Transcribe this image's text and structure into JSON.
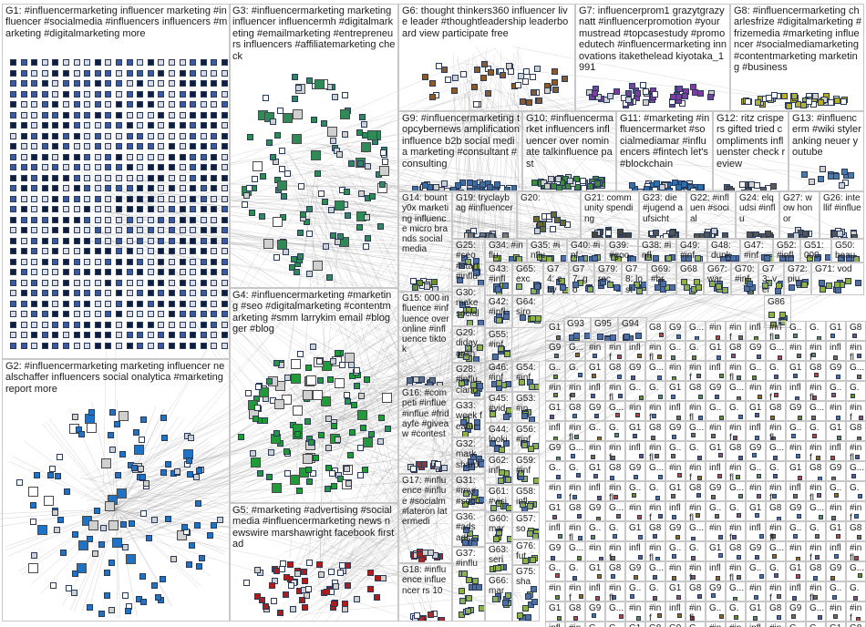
{
  "groups": [
    {
      "id": "G1",
      "label": "G1: #influencermarketing influencer marketing #influencer #socialmedia #influencers influencers #marketing #digitalmarketing more",
      "color": "#2c3e6b",
      "shape": "grid"
    },
    {
      "id": "G2",
      "label": "G2: #influencermarketing marketing influencer nealschaffer influencers social onalytica #marketing report more",
      "color": "#1e73c6",
      "shape": "cluster"
    },
    {
      "id": "G3",
      "label": "G3: #influencermarketing marketing influencer influencermh #digitalmarketing #emailmarketing #entrepreneurs influencers #affiliatemarketing check",
      "color": "#2e8b57",
      "shape": "cluster"
    },
    {
      "id": "G4",
      "label": "G4: #influencermarketing #marketing #seo #digitalmarketing #contentmarketing #smm larrykim email #blogger #blog",
      "color": "#1f9b3a",
      "shape": "cluster"
    },
    {
      "id": "G5",
      "label": "G5: #marketing #advertising #socialmedia #influencermarketing news newswire marshawright facebook first ad",
      "color": "#b31b1b",
      "shape": "cluster"
    },
    {
      "id": "G6",
      "label": "G6: thought thinkers360 influencer live leader #thoughtleadership leaderboard view participate free",
      "color": "#8a5a2b",
      "shape": "cluster"
    },
    {
      "id": "G7",
      "label": "G7: influencerprom1 grazytgrazynatt #influencerpromotion #yourmustread #topcasestudy #promoedutech #influencermarketing innovations itakethelead kiyotaka_1991",
      "color": "#7a3fa0",
      "shape": "cluster"
    },
    {
      "id": "G8",
      "label": "G8: #influencermarketing charlesfrize #digitalmarketing #frizemedia #marketing influencer #socialmediamarketing #contentmarketing marketing #business",
      "color": "#b5b02a",
      "shape": "cluster"
    },
    {
      "id": "G9",
      "label": "G9: #influencermarketing topcybernews amplification influence b2b social media marketing #consultant #consulting",
      "color": "#3a6ea5",
      "shape": "cluster"
    },
    {
      "id": "G10",
      "label": "G10: #influencermarket influencers influencer over nominate talkinfluence past",
      "color": "#3c8c3c",
      "shape": "small"
    },
    {
      "id": "G11",
      "label": "G11: #marketing #influencermarket #socialmediamar #influencers #fintech let's #blockchain",
      "color": "#2f6fb0",
      "shape": "small"
    },
    {
      "id": "G12",
      "label": "G12: ritz crispers gifted tried compliments influenster check review",
      "color": "#5b5b5b",
      "shape": "small"
    },
    {
      "id": "G13",
      "label": "G13: #influencerm #wiki styleranking neuer youtube",
      "color": "#4b79a8",
      "shape": "small"
    },
    {
      "id": "G14",
      "label": "G14: bounty0x marketing influence micro brands social media",
      "color": "#6e8f2e",
      "shape": "small"
    },
    {
      "id": "G15",
      "label": "G15: 000 influence #influence over online #influence tiktok",
      "color": "#5b6f8a",
      "shape": "small"
    },
    {
      "id": "G16",
      "label": "G16: #competi #influe #influe #fridayfe #giveaw #contest",
      "color": "#8a3a3a",
      "shape": "small"
    },
    {
      "id": "G17",
      "label": "G17: #influence #influe #socialm #lateron latermedi",
      "color": "#9b2b2b",
      "shape": "small"
    },
    {
      "id": "G18",
      "label": "G18: #influence influencer rs 10",
      "color": "#a33030",
      "shape": "small"
    },
    {
      "id": "G19",
      "label": "G19: tryclaybag #influencer",
      "color": "#777777",
      "shape": "small"
    },
    {
      "id": "G20",
      "label": "G20:",
      "color": "#6a6a2a",
      "shape": "small"
    },
    {
      "id": "G21",
      "label": "G21: community spending",
      "color": "#444444",
      "shape": "small"
    },
    {
      "id": "G22",
      "label": "G22: #influen #social",
      "color": "#555555",
      "shape": "small"
    },
    {
      "id": "G23",
      "label": "G23: die #jugend aufsicht",
      "color": "#555555",
      "shape": "small"
    },
    {
      "id": "G24",
      "label": "G24: elqudsi #influ",
      "color": "#555555",
      "shape": "small"
    },
    {
      "id": "G25",
      "label": "G25: #seo #start #influ",
      "color": "#555555",
      "shape": "small"
    },
    {
      "id": "G26",
      "label": "G26: intellif #influe",
      "color": "#555555",
      "shape": "small"
    },
    {
      "id": "G27",
      "label": "G27: wow honor",
      "color": "#555555",
      "shape": "small"
    },
    {
      "id": "G28",
      "label": "G28: #influ clanc",
      "color": "#555555",
      "shape": "small"
    },
    {
      "id": "G29",
      "label": "G29: diday onlin",
      "color": "#555555",
      "shape": "small"
    },
    {
      "id": "G30",
      "label": "G30: make social",
      "color": "#555555",
      "shape": "small"
    },
    {
      "id": "G31",
      "label": "G31: #myr #soci",
      "color": "#555555",
      "shape": "small"
    },
    {
      "id": "G32",
      "label": "G32: mark sharp",
      "color": "#555555",
      "shape": "small"
    },
    {
      "id": "G33",
      "label": "G33: week featur",
      "color": "#555555",
      "shape": "small"
    },
    {
      "id": "G34",
      "label": "G34: #influ",
      "color": "#555555",
      "shape": "small"
    },
    {
      "id": "G35",
      "label": "G35: #influ",
      "color": "#555555",
      "shape": "small"
    },
    {
      "id": "G36",
      "label": "G36: #ads ads",
      "color": "#555555",
      "shape": "small"
    },
    {
      "id": "G37",
      "label": "G37: #influ",
      "color": "#555555",
      "shape": "small"
    },
    {
      "id": "G38",
      "label": "G38: #infl",
      "color": "#555555",
      "shape": "small"
    },
    {
      "id": "G39",
      "label": "G39: #goo",
      "color": "#555555",
      "shape": "small"
    },
    {
      "id": "G40",
      "label": "G40: #inf",
      "color": "#555555",
      "shape": "small"
    },
    {
      "id": "G41",
      "label": "G41: #visi",
      "color": "#555555",
      "shape": "small"
    },
    {
      "id": "G42",
      "label": "G42: #infl",
      "color": "#555555",
      "shape": "small"
    },
    {
      "id": "G43",
      "label": "G43: #infl",
      "color": "#555555",
      "shape": "small"
    },
    {
      "id": "G44",
      "label": "G44: looki",
      "color": "#555555",
      "shape": "small"
    },
    {
      "id": "G45",
      "label": "G45: #vid",
      "color": "#555555",
      "shape": "small"
    },
    {
      "id": "G46",
      "label": "G46: #inf",
      "color": "#555555",
      "shape": "small"
    },
    {
      "id": "G47",
      "label": "G47: #inf",
      "color": "#555555",
      "shape": "small"
    },
    {
      "id": "G48",
      "label": "G48: dunk",
      "color": "#555555",
      "shape": "small"
    },
    {
      "id": "G49",
      "label": "G49: #inf",
      "color": "#555555",
      "shape": "small"
    },
    {
      "id": "G50",
      "label": "G50: beau",
      "color": "#555555",
      "shape": "small"
    },
    {
      "id": "G51",
      "label": "G51: 000",
      "color": "#555555",
      "shape": "small"
    },
    {
      "id": "G52",
      "label": "G52: #influ",
      "color": "#555555",
      "shape": "small"
    },
    {
      "id": "G53",
      "label": "G53: #in",
      "color": "#555555",
      "shape": "small"
    },
    {
      "id": "G54",
      "label": "G54: #inf",
      "color": "#555555",
      "shape": "small"
    },
    {
      "id": "G55",
      "label": "G55: #inf",
      "color": "#555555",
      "shape": "small"
    },
    {
      "id": "G56",
      "label": "G56: #inf",
      "color": "#555555",
      "shape": "small"
    },
    {
      "id": "G57",
      "label": "G57: so",
      "color": "#555555",
      "shape": "small"
    },
    {
      "id": "G58",
      "label": "G58: infl",
      "color": "#555555",
      "shape": "small"
    },
    {
      "id": "G59",
      "label": "G59: #inf",
      "color": "#555555",
      "shape": "small"
    },
    {
      "id": "G60",
      "label": "G60: mar",
      "color": "#555555",
      "shape": "small"
    },
    {
      "id": "G61",
      "label": "G61: #visi",
      "color": "#555555",
      "shape": "small"
    },
    {
      "id": "G62",
      "label": "G62: infl",
      "color": "#555555",
      "shape": "small"
    },
    {
      "id": "G63",
      "label": "G63: seri",
      "color": "#555555",
      "shape": "small"
    },
    {
      "id": "G64",
      "label": "G64: siro",
      "color": "#555555",
      "shape": "small"
    },
    {
      "id": "G65",
      "label": "G65: exc",
      "color": "#555555",
      "shape": "small"
    },
    {
      "id": "G66",
      "label": "G66: mar",
      "color": "#555555",
      "shape": "small"
    },
    {
      "id": "G67",
      "label": "G67: war",
      "color": "#555555",
      "shape": "small"
    },
    {
      "id": "G68",
      "label": "G68",
      "color": "#555555",
      "shape": "small"
    },
    {
      "id": "G69",
      "label": "G69: #br",
      "color": "#555555",
      "shape": "small"
    },
    {
      "id": "G70",
      "label": "G70: #inf",
      "color": "#555555",
      "shape": "small"
    },
    {
      "id": "G71",
      "label": "G71: vod",
      "color": "#555555",
      "shape": "small"
    },
    {
      "id": "G72",
      "label": "G72: piu",
      "color": "#555555",
      "shape": "small"
    },
    {
      "id": "G73",
      "label": "G73: ver",
      "color": "#555555",
      "shape": "small"
    },
    {
      "id": "G74",
      "label": "G74: chy",
      "color": "#555555",
      "shape": "small"
    },
    {
      "id": "G75",
      "label": "G75: sha",
      "color": "#555555",
      "shape": "small"
    },
    {
      "id": "G76",
      "label": "G76: fut",
      "color": "#555555",
      "shape": "small"
    },
    {
      "id": "G77",
      "label": "G77: go",
      "color": "#555555",
      "shape": "small"
    },
    {
      "id": "G78",
      "label": "G78: lost",
      "color": "#555555",
      "shape": "small"
    },
    {
      "id": "G79",
      "label": "G79: rec",
      "color": "#555555",
      "shape": "small"
    },
    {
      "id": "G86",
      "label": "G86",
      "color": "#555555",
      "shape": "small"
    },
    {
      "id": "G93",
      "label": "G93",
      "color": "#555555",
      "shape": "small"
    },
    {
      "id": "G94",
      "label": "G94",
      "color": "#555555",
      "shape": "small"
    },
    {
      "id": "G95",
      "label": "G95",
      "color": "#555555",
      "shape": "small"
    }
  ],
  "small_cell_labels": [
    "G1",
    "G8",
    "G9",
    "G...",
    "#in",
    "#inf",
    "infl",
    "#infl",
    "G..",
    "G."
  ],
  "colors": {
    "border": "#c8c8c8",
    "edge": "#8f8f8f",
    "background": "#ffffff"
  }
}
